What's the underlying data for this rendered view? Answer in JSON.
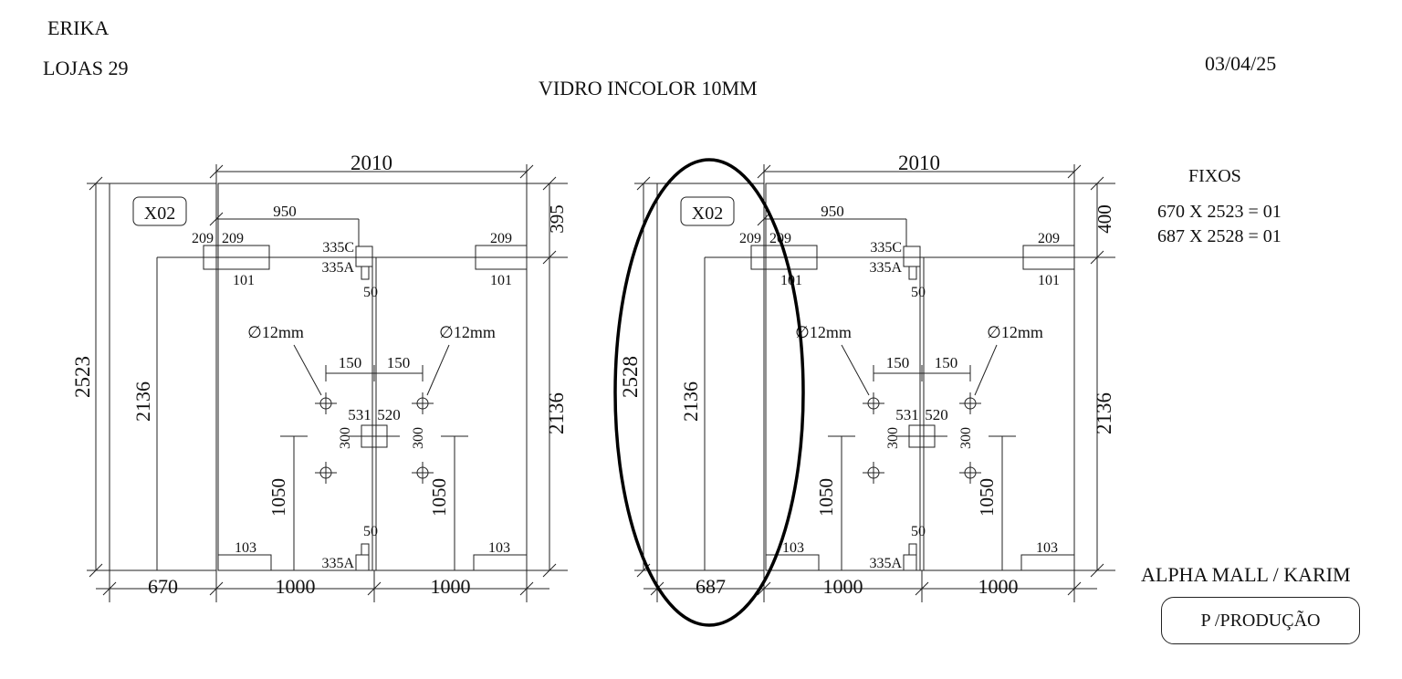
{
  "header": {
    "client": "ERIKA",
    "store": "LOJAS  29",
    "date": "03/04/25",
    "title": "VIDRO INCOLOR 10MM"
  },
  "fixos": {
    "title": "FIXOS",
    "lines": [
      "670 X 2523 = 01",
      "687 X 2528 = 01"
    ]
  },
  "footer": {
    "location": "ALPHA MALL / KARIM",
    "stamp": "P /PRODUÇÃO"
  },
  "drawings": [
    {
      "tag": "X02",
      "top_width": "2010",
      "left_height": "2523",
      "right_height": "2136",
      "top_right": "395",
      "fixed_width": "670",
      "fixed_height": "2136",
      "door_widths": [
        "1000",
        "1000"
      ],
      "hinge_dist": "950",
      "fitting_top": [
        "335C",
        "335A"
      ],
      "fitting_bottom": "335A",
      "gap_top": "50",
      "gap_bottom": "50",
      "pivot_labels": [
        "209",
        "209",
        "209"
      ],
      "pivot_under": [
        "101",
        "101"
      ],
      "bottom_pivot": [
        "103",
        "103"
      ],
      "hole_label": "∅12mm",
      "hole_spacing": [
        "150",
        "150"
      ],
      "hole_vertical": "300",
      "lock_labels": [
        "531",
        "520"
      ],
      "handle_height": "1050",
      "highlighted": false
    },
    {
      "tag": "X02",
      "top_width": "2010",
      "left_height": "2528",
      "right_height": "2136",
      "top_right": "400",
      "fixed_width": "687",
      "fixed_height": "2136",
      "door_widths": [
        "1000",
        "1000"
      ],
      "hinge_dist": "950",
      "fitting_top": [
        "335C",
        "335A"
      ],
      "fitting_bottom": "335A",
      "gap_top": "50",
      "gap_bottom": "50",
      "pivot_labels": [
        "209",
        "209",
        "209"
      ],
      "pivot_under": [
        "101",
        "101"
      ],
      "bottom_pivot": [
        "103",
        "103"
      ],
      "hole_label": "∅12mm",
      "hole_spacing": [
        "150",
        "150"
      ],
      "hole_vertical": "300",
      "lock_labels": [
        "531",
        "520"
      ],
      "handle_height": "1050",
      "highlighted": true
    }
  ]
}
